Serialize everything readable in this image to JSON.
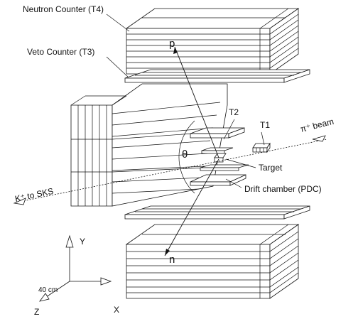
{
  "labels": {
    "neutron_counter": "Neutron Counter (T4)",
    "veto_counter": "Veto Counter (T3)",
    "t2": "T2",
    "t1": "T1",
    "pi_beam": "π⁺ beam",
    "target": "Target",
    "theta": "θ",
    "drift_chamber": "Drift chamber (PDC)",
    "k_to_sks": "K⁺ to SKS",
    "p": "p",
    "n": "n",
    "axis_y": "Y",
    "axis_x": "X",
    "axis_z": "Z",
    "scale": "40 cm"
  }
}
